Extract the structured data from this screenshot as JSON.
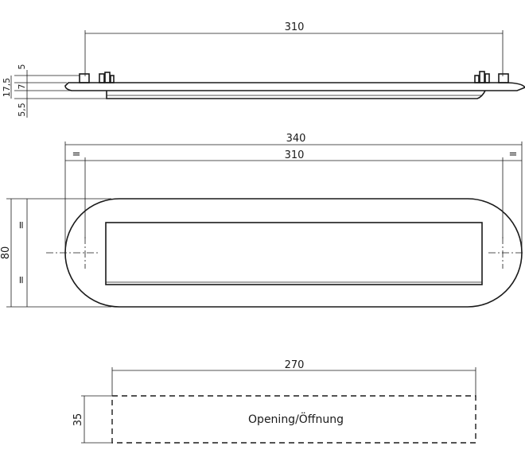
{
  "side_view": {
    "width_dim": "310",
    "dim_5": "5",
    "dim_17_5": "17,5",
    "dim_7": "7",
    "dim_5_5": "5,5"
  },
  "top_view": {
    "outer_width_dim": "340",
    "hole_spacing_dim": "310",
    "height_dim": "80",
    "equal_mark": "="
  },
  "opening_view": {
    "width_dim": "270",
    "height_dim": "35",
    "label": "Opening/Öffnung"
  }
}
